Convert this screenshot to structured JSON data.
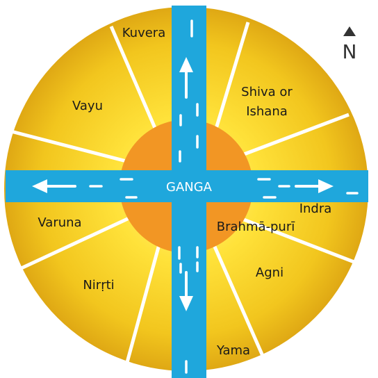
{
  "diagram": {
    "center_label": "GANGA",
    "north_label": "N",
    "regions": [
      {
        "id": "kuvera",
        "label": "Kuvera"
      },
      {
        "id": "shiva",
        "label_line1": "Shiva or",
        "label_line2": "Ishana"
      },
      {
        "id": "vayu",
        "label": "Vayu"
      },
      {
        "id": "indra",
        "label": "Indra"
      },
      {
        "id": "brahmapuri",
        "label": "Brahmā-purī"
      },
      {
        "id": "varuna",
        "label": "Varuna"
      },
      {
        "id": "agni",
        "label": "Agni"
      },
      {
        "id": "nirrti",
        "label": "Nirṛti"
      },
      {
        "id": "yama",
        "label": "Yama"
      }
    ]
  },
  "colors": {
    "yellow_outer": "#e8b820",
    "yellow_inner": "#ffe040",
    "orange_center": "#f29624",
    "river_blue": "#1fa7dc",
    "divider": "#ffffff",
    "label": "#1a1a1a",
    "center_text": "#ffffff"
  }
}
